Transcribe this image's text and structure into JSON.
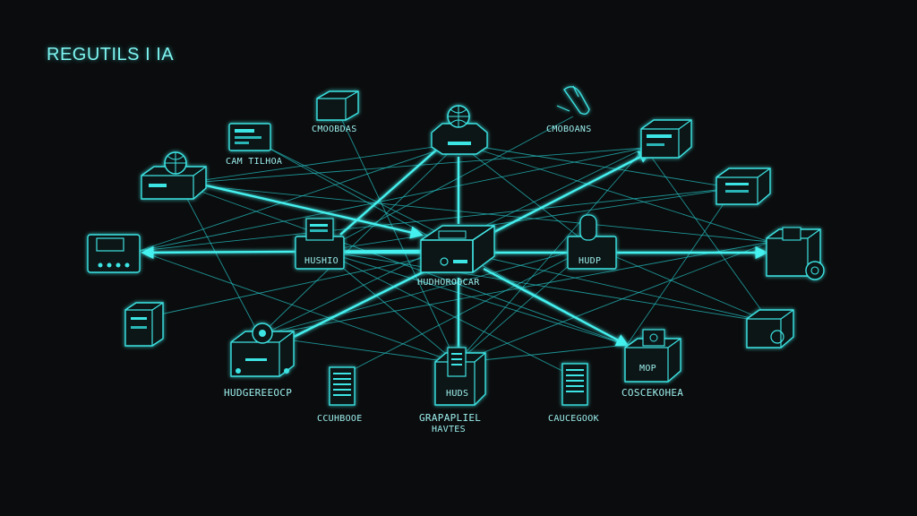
{
  "title": "REGUTILS I IA",
  "colors": {
    "background": "#0b0c0d",
    "accent": "#3de4e4",
    "edge": "#24bfc2"
  },
  "nodes": {
    "top_left_monitor": {
      "label": "CAM TILHOA"
    },
    "top_box": {
      "label": "CMOOBDAS"
    },
    "top_center_router": {
      "label": ""
    },
    "top_right_satellite": {
      "label": "CMOBOANS"
    },
    "left_globe_router": {
      "label": ""
    },
    "center_hub": {
      "label": "HUDHOROOCAR"
    },
    "left_middle_device": {
      "label": "HUSHIO"
    },
    "right_middle_device": {
      "label": "HUDP"
    },
    "left_server": {
      "label": ""
    },
    "left_bottom_camera": {
      "label": "HUDGEREEOCP"
    },
    "bottom_center_rack": {
      "label": "HUDS"
    },
    "bottom_right_node": {
      "label": "MOP"
    },
    "bottom_right_caption": {
      "label": "COSCEKOHEA"
    },
    "bottom_center_caption": {
      "label_line1": "GRAPAPLIEL",
      "label_line2": "HAVTES"
    },
    "bottom_left_rack": {
      "label": "CCUHBOOE"
    },
    "bottom_right_rack": {
      "label": "CAUCEGOOK"
    },
    "right_top_server": {
      "label": ""
    },
    "right_box": {
      "label": ""
    },
    "right_large_device": {
      "label": ""
    },
    "right_lower_device": {
      "label": ""
    }
  }
}
